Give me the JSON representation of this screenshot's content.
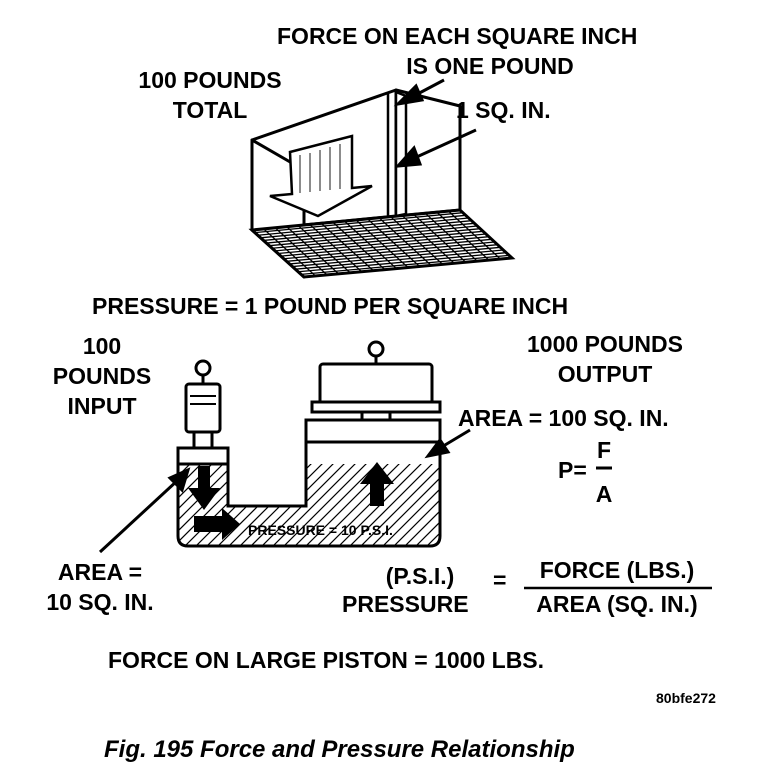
{
  "block_diagram": {
    "force_each_line1": "FORCE ON EACH SQUARE INCH",
    "force_each_line2": "IS ONE POUND",
    "total_line1": "100 POUNDS",
    "total_line2": "TOTAL",
    "one_sq_in": "1 SQ. IN."
  },
  "pressure_statement": "PRESSURE = 1 POUND PER SQUARE INCH",
  "hydraulic": {
    "input_line1": "100",
    "input_line2": "POUNDS",
    "input_line3": "INPUT",
    "output_line1": "1000 POUNDS",
    "output_line2": "OUTPUT",
    "large_area": "AREA = 100 SQ. IN.",
    "small_area_line1": "AREA =",
    "small_area_line2": "10 SQ. IN.",
    "inner_pressure": "PRESSURE = 10 P.S.I."
  },
  "formula": {
    "p_eq": "P=",
    "f": "F",
    "a": "A",
    "psi": "(P.S.I.)",
    "pressure_word": "PRESSURE",
    "equals": "=",
    "numerator": "FORCE (LBS.)",
    "denominator": "AREA (SQ. IN.)"
  },
  "force_large_piston": "FORCE ON LARGE PISTON = 1000 LBS.",
  "figure_code": "80bfe272",
  "caption": "Fig. 195 Force and Pressure Relationship"
}
